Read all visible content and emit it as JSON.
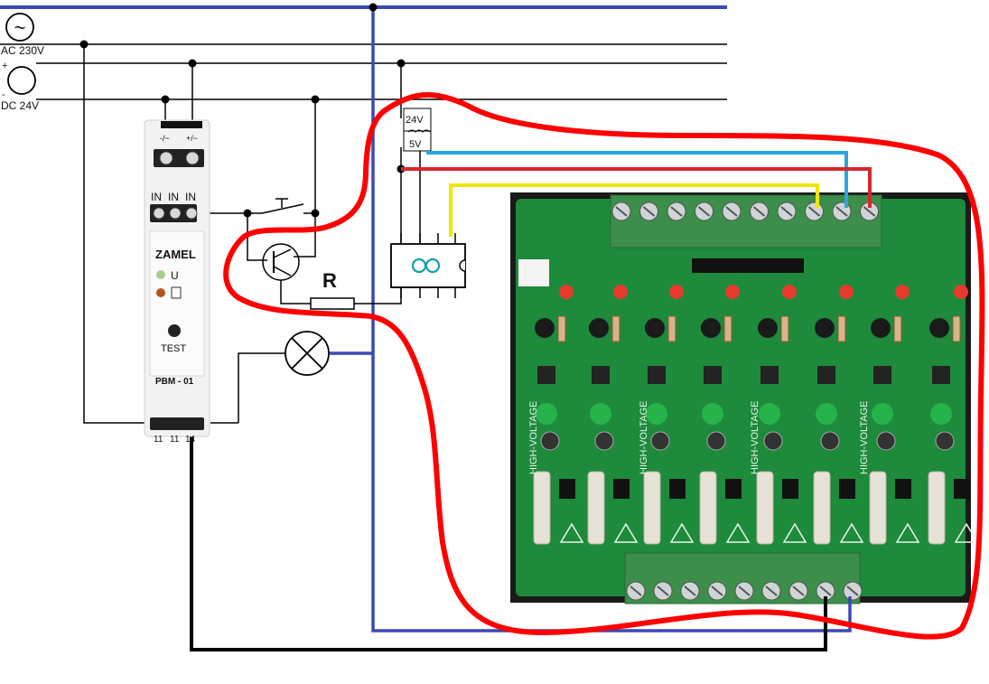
{
  "sources": {
    "ac_label": "AC 230V",
    "dc_label": "DC 24V",
    "dc_plus": "+",
    "dc_minus": "-",
    "ac_symbol": "~"
  },
  "relay_module": {
    "brand": "ZAMEL",
    "model": "PBM - 01",
    "terminal_top_left": "-/~",
    "terminal_top_right": "+/~",
    "input_labels": [
      "IN",
      "IN",
      "IN"
    ],
    "led_label": "U",
    "test_label": "TEST",
    "bottom_terminals": [
      "11",
      "11",
      "14"
    ]
  },
  "components": {
    "resistor_label": "R",
    "transformer_primary": "24V",
    "transformer_secondary": "5V"
  },
  "pcb": {
    "silkscreen": [
      "HIGH-VOLTAGE",
      "HIGH-VOLTAGE",
      "HIGH-VOLTAGE",
      "HIGH-VOLTAGE"
    ]
  },
  "colors": {
    "blue_wire": "#3a49b5",
    "red_outline": "#ff0000",
    "red_wire": "#d7262b",
    "cyan_wire": "#2aa7e0",
    "yellow_wire": "#f2e600",
    "black_wire": "#000000",
    "pcb_green": "#1e8a3c"
  }
}
